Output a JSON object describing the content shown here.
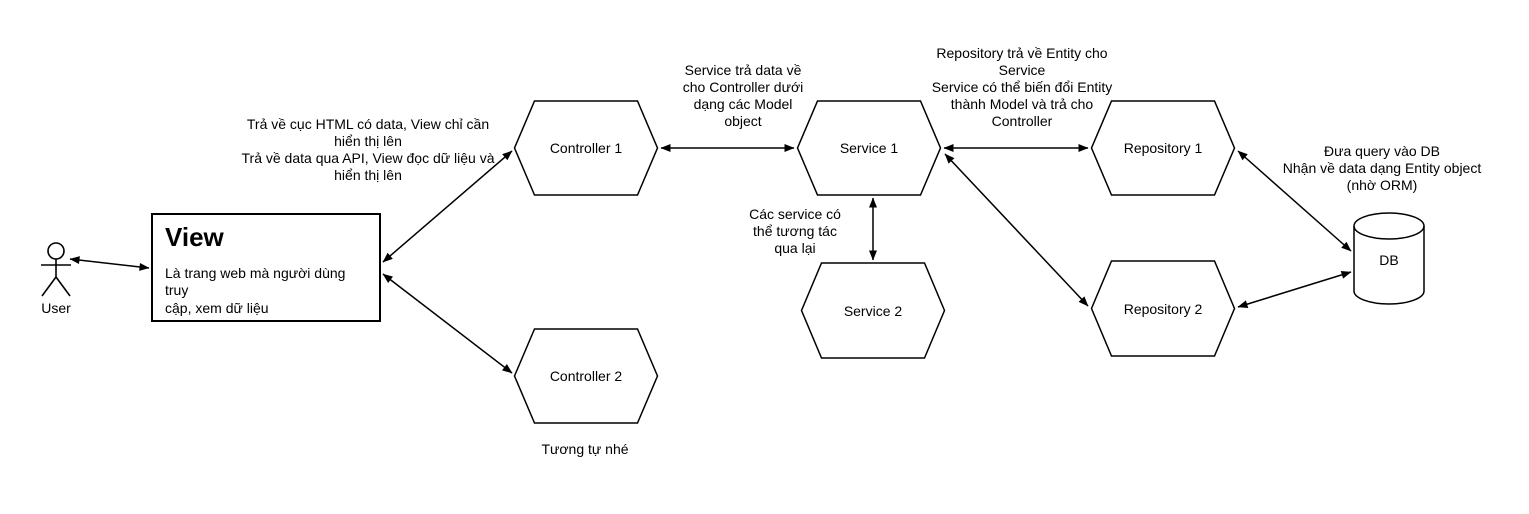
{
  "diagram": {
    "actor": {
      "label": "User"
    },
    "view": {
      "title": "View",
      "description": "Là trang web mà người dùng truy\ncập, xem dữ liệu"
    },
    "nodes": {
      "controller1": "Controller 1",
      "controller2": "Controller 2",
      "service1": "Service 1",
      "service2": "Service 2",
      "repository1": "Repository 1",
      "repository2": "Repository 2",
      "db": "DB"
    },
    "notes": {
      "view_return": "Trả về cục HTML có data, View chỉ cần\nhiển thị lên\nTrả về data qua API, View đọc dữ liệu và\nhiển thị lên",
      "service_model": "Service trả data về\ncho Controller dưới\ndạng các Model\nobject",
      "services_interact": "Các service có\nthể tương tác\nqua lại",
      "repo_entity": "Repository trả về Entity cho\nService\nService có thể biến đổi Entity\nthành Model và trả cho\nController",
      "db_query": "Đưa query vào DB\nNhận về data dạng Entity object\n(nhờ ORM)",
      "similar": "Tương tự nhé"
    },
    "colors": {
      "stroke": "#000000",
      "fill": "#ffffff",
      "background": "#ffffff"
    }
  }
}
